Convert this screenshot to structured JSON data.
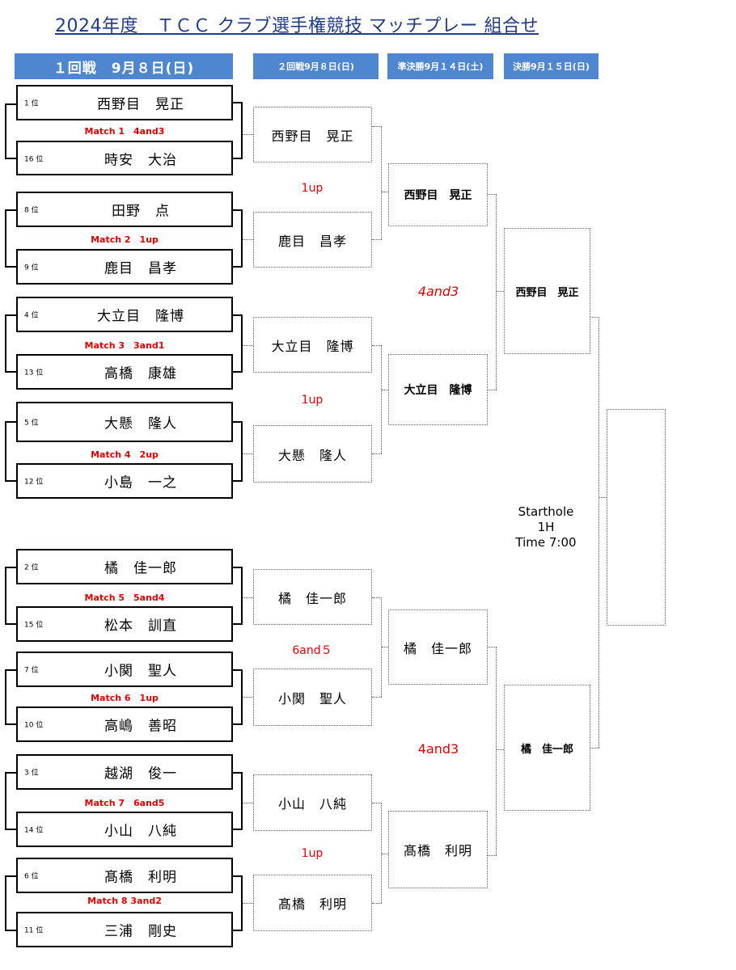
{
  "title": "2024年度　ＴＣＣ クラブ選手権競技 マッチプレー 組合せ",
  "headers": {
    "round1": "１回戦　9月８日(日)",
    "round2": "２回戦9月８日(日)",
    "semifinal": "準決勝9月１４日(土)",
    "final": "決勝9月１５日(日)"
  },
  "round1": [
    {
      "match": "Match 1　4and3",
      "top": {
        "seed": "1 位",
        "name": "西野目　晃正"
      },
      "bottom": {
        "seed": "16 位",
        "name": "時安　大治"
      }
    },
    {
      "match": "Match 2　1up",
      "top": {
        "seed": "8 位",
        "name": "田野　点"
      },
      "bottom": {
        "seed": "9 位",
        "name": "鹿目　昌孝"
      }
    },
    {
      "match": "Match 3　3and1",
      "top": {
        "seed": "4 位",
        "name": "大立目　隆博"
      },
      "bottom": {
        "seed": "13 位",
        "name": "高橋　康雄"
      }
    },
    {
      "match": "Match 4　2up",
      "top": {
        "seed": "5 位",
        "name": "大懸　隆人"
      },
      "bottom": {
        "seed": "12 位",
        "name": "小島　一之"
      }
    },
    {
      "match": "Match 5　5and4",
      "top": {
        "seed": "2 位",
        "name": "橘　佳一郎"
      },
      "bottom": {
        "seed": "15 位",
        "name": "松本　訓直"
      }
    },
    {
      "match": "Match 6　1up",
      "top": {
        "seed": "7 位",
        "name": "小関　聖人"
      },
      "bottom": {
        "seed": "10 位",
        "name": "高嶋　善昭"
      }
    },
    {
      "match": "Match 7　6and5",
      "top": {
        "seed": "3 位",
        "name": "越湖　俊一"
      },
      "bottom": {
        "seed": "14 位",
        "name": "小山　八純"
      }
    },
    {
      "match": "Match 8  3and2",
      "top": {
        "seed": "6 位",
        "name": "髙橋　利明"
      },
      "bottom": {
        "seed": "11 位",
        "name": "三浦　剛史"
      }
    }
  ],
  "round2": {
    "winners": [
      "西野目　晃正",
      "鹿目　昌孝",
      "大立目　隆博",
      "大懸　隆人",
      "橘　佳一郎",
      "小関　聖人",
      "小山　八純",
      "髙橋　利明"
    ],
    "scores": [
      "1up",
      "1up",
      "6and５",
      "1up"
    ]
  },
  "semifinal": {
    "winners": [
      "西野目　晃正",
      "大立目　隆博",
      "橘　佳一郎",
      "髙橋　利明"
    ],
    "scores": [
      "4and3",
      "4and3"
    ]
  },
  "final": {
    "winners": [
      "西野目　晃正",
      "橘　佳一郎"
    ],
    "champion": ""
  },
  "start_info": [
    "Starthole",
    "1H",
    "Time 7:00"
  ],
  "colors": {
    "header_bg": "#4f86d0",
    "title": "#1f3b8a",
    "score": "#e00000"
  }
}
